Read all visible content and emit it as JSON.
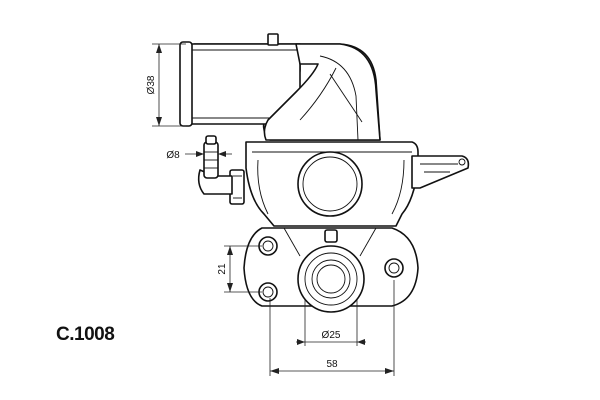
{
  "part_code": "C.1008",
  "dimensions": {
    "inlet_diameter": "Ø38",
    "nipple_diameter": "Ø8",
    "height": "21",
    "outlet_diameter": "Ø25",
    "width": "58"
  },
  "colors": {
    "line": "#111111",
    "background": "#ffffff"
  }
}
